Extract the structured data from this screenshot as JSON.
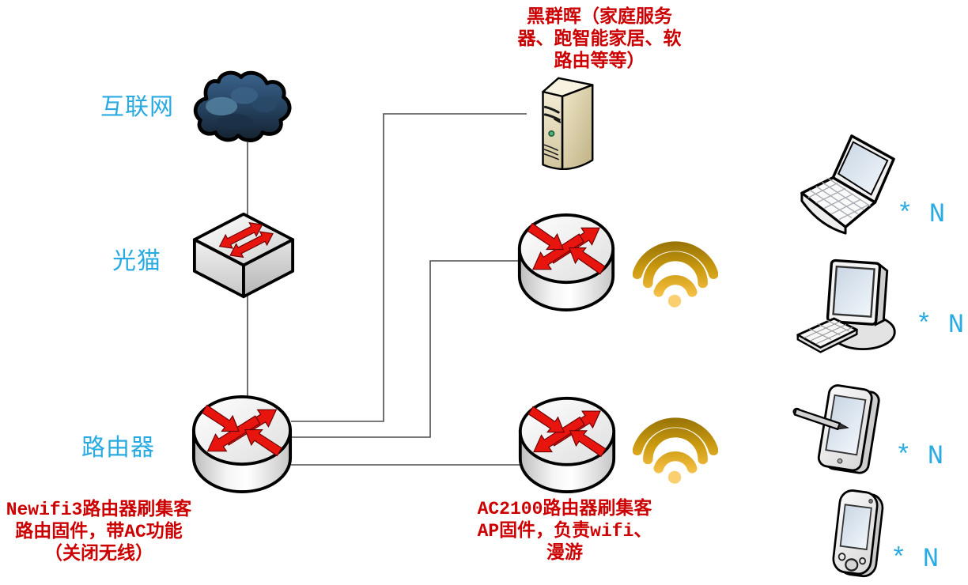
{
  "colors": {
    "background": "#FFFFFF",
    "label_blue": "#29ABE2",
    "caption_red": "#CC0000",
    "connector_gray": "#4D4D4D",
    "arrow_red": "#E8150F",
    "wifi_gold": "#C9980F",
    "cloud_blue": "#2C4A66",
    "server_beige": "#E2D8B4"
  },
  "nodes": {
    "internet": {
      "label": "互联网",
      "icon": "cloud-icon"
    },
    "optical_modem": {
      "label": "光猫",
      "icon": "switch-icon"
    },
    "main_router": {
      "label": "路由器",
      "icon": "router-icon",
      "caption_lines": [
        "Newifi3路由器刷集客",
        "路由固件，带AC功能",
        "（关闭无线）"
      ]
    },
    "nas_server": {
      "icon": "server-tower-icon",
      "caption_lines": [
        "黑群晖（家庭服务",
        "器、跑智能家居、软",
        "路由等等）"
      ]
    },
    "ap_router_upper": {
      "icon": "router-icon",
      "wifi": "wifi-signal-icon"
    },
    "ap_router_lower": {
      "icon": "router-icon",
      "wifi": "wifi-signal-icon"
    },
    "ap_caption_lines": [
      "AC2100路由器刷集客",
      "AP固件，负责wifi、",
      "漫游"
    ]
  },
  "client_devices": [
    {
      "device": "laptop",
      "count_label": "* N"
    },
    {
      "device": "desktop-computer",
      "count_label": "* N"
    },
    {
      "device": "tablet-with-stylus",
      "count_label": "* N"
    },
    {
      "device": "pda-handheld",
      "count_label": "* N"
    }
  ],
  "connections": [
    {
      "from": "internet",
      "to": "optical_modem"
    },
    {
      "from": "optical_modem",
      "to": "main_router"
    },
    {
      "from": "main_router",
      "to": "nas_server"
    },
    {
      "from": "main_router",
      "to": "ap_router_upper"
    },
    {
      "from": "main_router",
      "to": "ap_router_lower"
    }
  ]
}
